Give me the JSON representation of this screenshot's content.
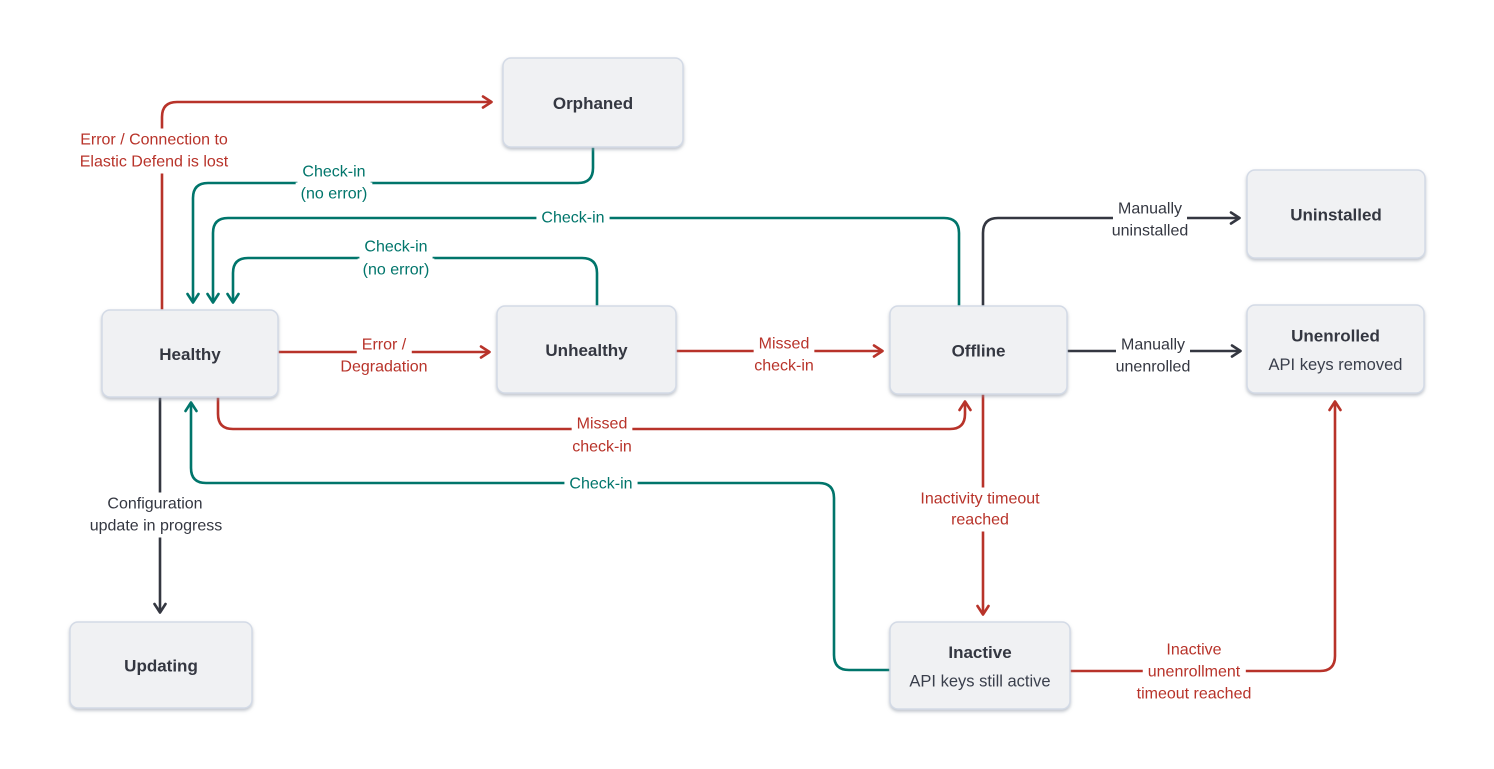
{
  "diagram": {
    "colors": {
      "red": "#b8332a",
      "teal": "#00756b",
      "dark": "#343741",
      "node_fill": "#f0f1f3",
      "node_border": "#d3dae6",
      "node_text": "#343741",
      "node_subtext": "#3a3f4c",
      "background": "#ffffff"
    },
    "nodes": [
      {
        "id": "orphaned",
        "label": "Orphaned"
      },
      {
        "id": "uninstalled",
        "label": "Uninstalled"
      },
      {
        "id": "healthy",
        "label": "Healthy"
      },
      {
        "id": "unhealthy",
        "label": "Unhealthy"
      },
      {
        "id": "offline",
        "label": "Offline"
      },
      {
        "id": "unenrolled",
        "label": "Unenrolled",
        "sublabel": "API keys removed"
      },
      {
        "id": "updating",
        "label": "Updating"
      },
      {
        "id": "inactive",
        "label": "Inactive",
        "sublabel": "API keys still active"
      }
    ],
    "edges": [
      {
        "id": "healthy-orphaned",
        "from": "healthy",
        "to": "orphaned",
        "color": "red",
        "label": [
          "Error / Connection to",
          "Elastic Defend is lost"
        ]
      },
      {
        "id": "orphaned-healthy",
        "from": "orphaned",
        "to": "healthy",
        "color": "teal",
        "label": [
          "Check-in",
          "(no error)"
        ]
      },
      {
        "id": "offline-healthy",
        "from": "offline",
        "to": "healthy",
        "color": "teal",
        "label": [
          "Check-in"
        ]
      },
      {
        "id": "unhealthy-healthy",
        "from": "unhealthy",
        "to": "healthy",
        "color": "teal",
        "label": [
          "Check-in",
          "(no error)"
        ]
      },
      {
        "id": "healthy-unhealthy",
        "from": "healthy",
        "to": "unhealthy",
        "color": "red",
        "label": [
          "Error /",
          "Degradation"
        ]
      },
      {
        "id": "unhealthy-offline",
        "from": "unhealthy",
        "to": "offline",
        "color": "red",
        "label": [
          "Missed",
          "check-in"
        ]
      },
      {
        "id": "healthy-offline",
        "from": "healthy",
        "to": "offline",
        "color": "red",
        "label": [
          "Missed",
          "check-in"
        ]
      },
      {
        "id": "inactive-healthy",
        "from": "inactive",
        "to": "healthy",
        "color": "teal",
        "label": [
          "Check-in"
        ]
      },
      {
        "id": "offline-inactive",
        "from": "offline",
        "to": "inactive",
        "color": "red",
        "label": [
          "Inactivity timeout",
          "reached"
        ]
      },
      {
        "id": "inactive-unenrolled",
        "from": "inactive",
        "to": "unenrolled",
        "color": "red",
        "label": [
          "Inactive",
          "unenrollment",
          "timeout reached"
        ]
      },
      {
        "id": "offline-uninstalled",
        "from": "offline",
        "to": "uninstalled",
        "color": "dark",
        "label": [
          "Manually",
          "uninstalled"
        ]
      },
      {
        "id": "offline-unenrolled",
        "from": "offline",
        "to": "unenrolled",
        "color": "dark",
        "label": [
          "Manually",
          "unenrolled"
        ]
      },
      {
        "id": "healthy-updating",
        "from": "healthy",
        "to": "updating",
        "color": "dark",
        "label": [
          "Configuration",
          "update in progress"
        ]
      }
    ]
  }
}
